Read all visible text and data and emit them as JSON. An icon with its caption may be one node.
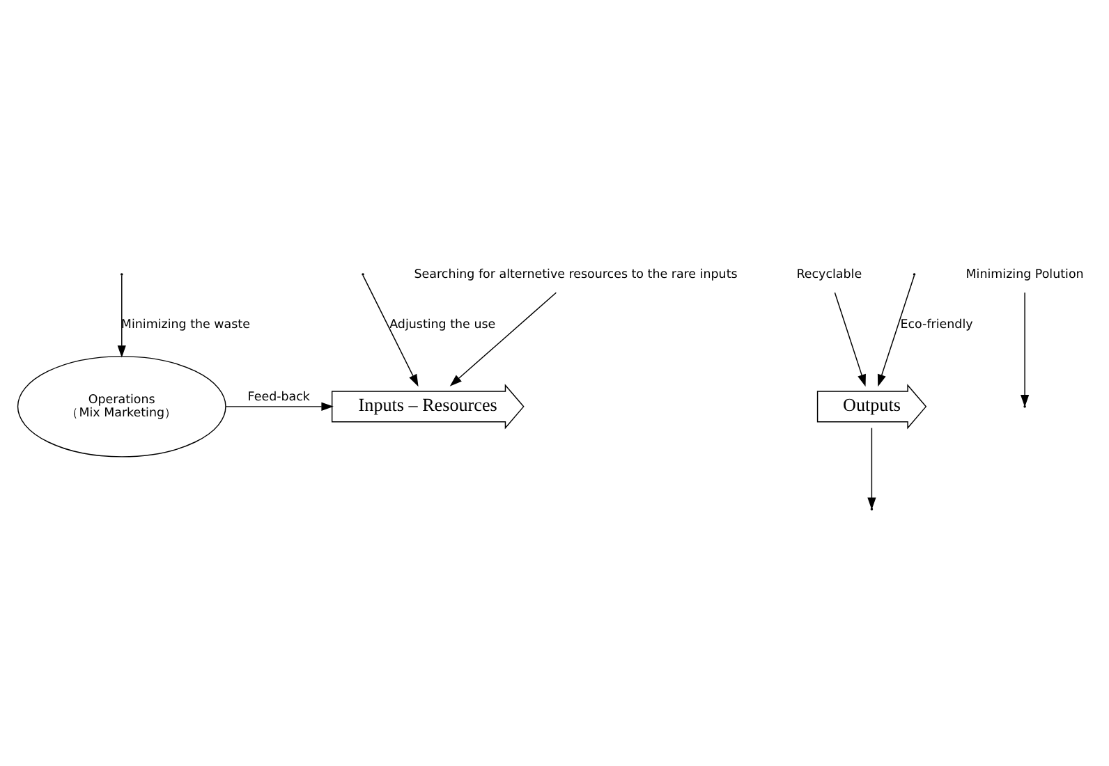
{
  "diagram": {
    "nodes": [
      {
        "text": [
          "Inputs – Resources"
        ]
      },
      {
        "text": [
          "Operations",
          "（Mix Marketing）"
        ]
      },
      {
        "text": [
          "Outputs"
        ]
      },
      {
        "text": [
          "Searching for alternetive resources to the rare inputs"
        ]
      },
      {
        "text": [
          "Minimizing Polution"
        ]
      },
      {
        "text": [
          "Recyclable"
        ]
      }
    ],
    "edges": [
      {
        "from": null,
        "to": 0,
        "arrow": "to",
        "label": "Adjusting the use"
      },
      {
        "from": null,
        "to": 1,
        "arrow": "to",
        "label": "Minimizing the waste"
      },
      {
        "from": null,
        "to": 2,
        "arrow": "to",
        "label": "Eco-friendly"
      },
      {
        "from": 3,
        "to": 0,
        "arrow": "to"
      },
      {
        "from": 1,
        "to": 0,
        "arrow": "to",
        "label": "Feed-back"
      },
      {
        "from": 2,
        "to": null,
        "arrow": "to"
      },
      {
        "from": 4,
        "to": null,
        "arrow": "to"
      },
      {
        "from": 5,
        "to": 2,
        "arrow": "to"
      }
    ]
  }
}
